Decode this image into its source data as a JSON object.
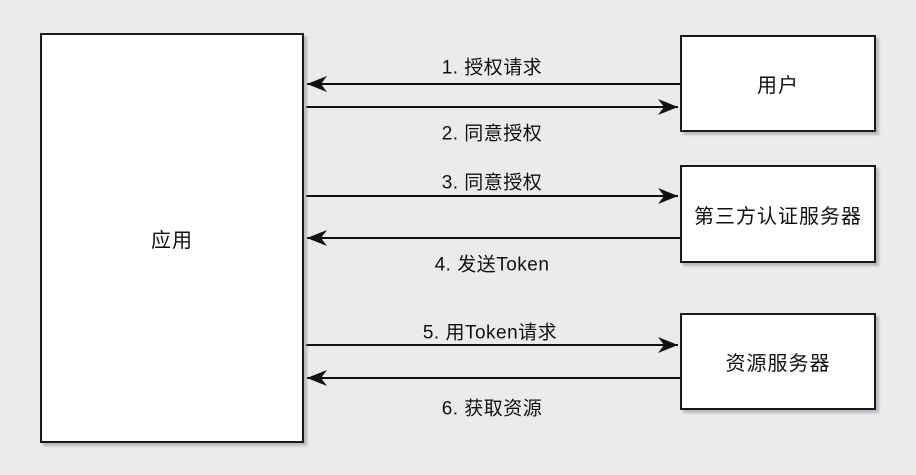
{
  "diagram": {
    "nodes": {
      "app": {
        "label": "应用"
      },
      "user": {
        "label": "用户"
      },
      "auth_server": {
        "label": "第三方认证服务器"
      },
      "resource_server": {
        "label": "资源服务器"
      }
    },
    "arrows": [
      {
        "label": "1. 授权请求",
        "from": "user",
        "to": "app",
        "direction": "left"
      },
      {
        "label": "2. 同意授权",
        "from": "app",
        "to": "user",
        "direction": "right"
      },
      {
        "label": "3. 同意授权",
        "from": "app",
        "to": "auth_server",
        "direction": "right"
      },
      {
        "label": "4. 发送Token",
        "from": "auth_server",
        "to": "app",
        "direction": "left"
      },
      {
        "label": "5. 用Token请求",
        "from": "app",
        "to": "resource_server",
        "direction": "right"
      },
      {
        "label": "6. 获取资源",
        "from": "resource_server",
        "to": "app",
        "direction": "left"
      }
    ],
    "colors": {
      "background": "#ebebeb",
      "node_fill": "#ffffff",
      "node_border": "#1a1a1a",
      "arrow": "#111111",
      "text": "#111111"
    }
  }
}
